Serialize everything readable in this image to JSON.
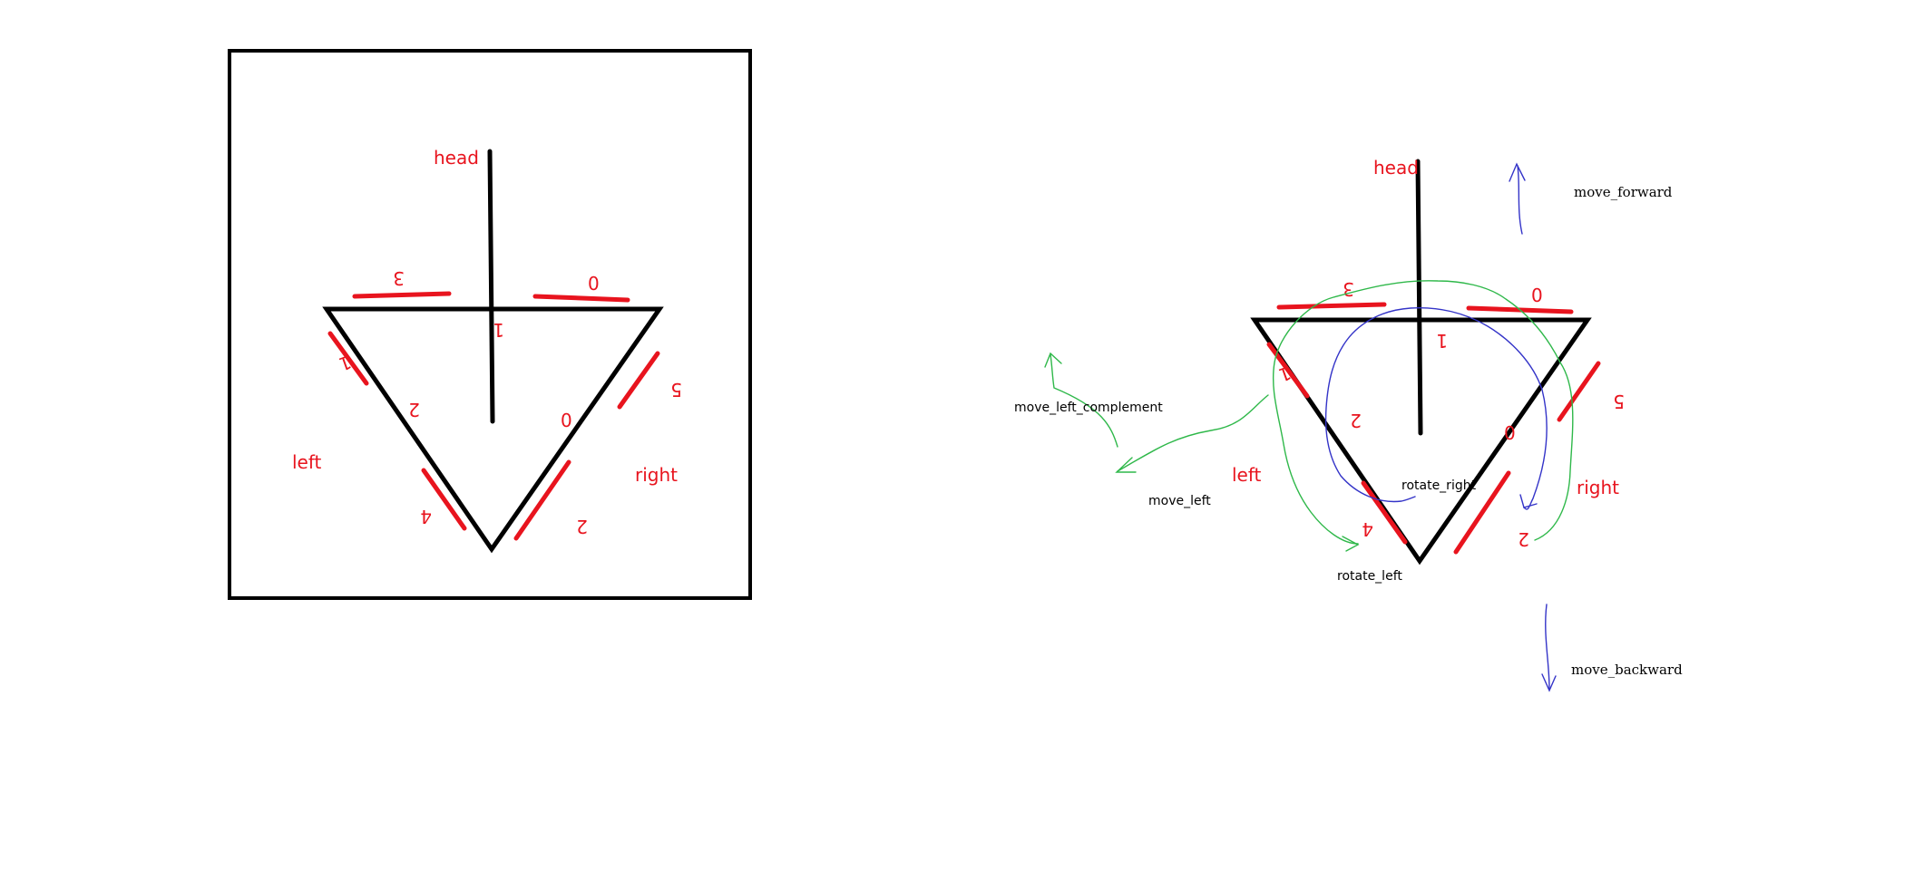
{
  "diagram_left": {
    "labels": {
      "head": "head",
      "left": "left",
      "right": "right"
    },
    "edge_numbers": {
      "top_left": "3",
      "top_right": "0",
      "inner_top": "1",
      "outer_left_upper": "1",
      "inner_left": "2",
      "inner_right": "0",
      "outer_right_upper": "5",
      "outer_left_lower": "4",
      "outer_right_lower": "2"
    }
  },
  "diagram_right": {
    "labels": {
      "head": "head",
      "left": "left",
      "right": "right"
    },
    "edge_numbers": {
      "top_left": "3",
      "top_right": "0",
      "inner_top": "1",
      "outer_left_upper": "1",
      "inner_left": "2",
      "inner_right": "0",
      "outer_right_upper": "5",
      "outer_left_lower": "4",
      "outer_right_lower": "2"
    },
    "moves": {
      "move_forward": "move_forward",
      "move_backward": "move_backward",
      "move_left": "move_left",
      "move_left_complement": "move_left_complement",
      "rotate_right": "rotate_right",
      "rotate_left": "rotate_left"
    }
  },
  "colors": {
    "ink": "#000000",
    "edge_marker": "#e8141e",
    "green_arrow": "#2fb84a",
    "blue_arrow": "#3434c8"
  }
}
